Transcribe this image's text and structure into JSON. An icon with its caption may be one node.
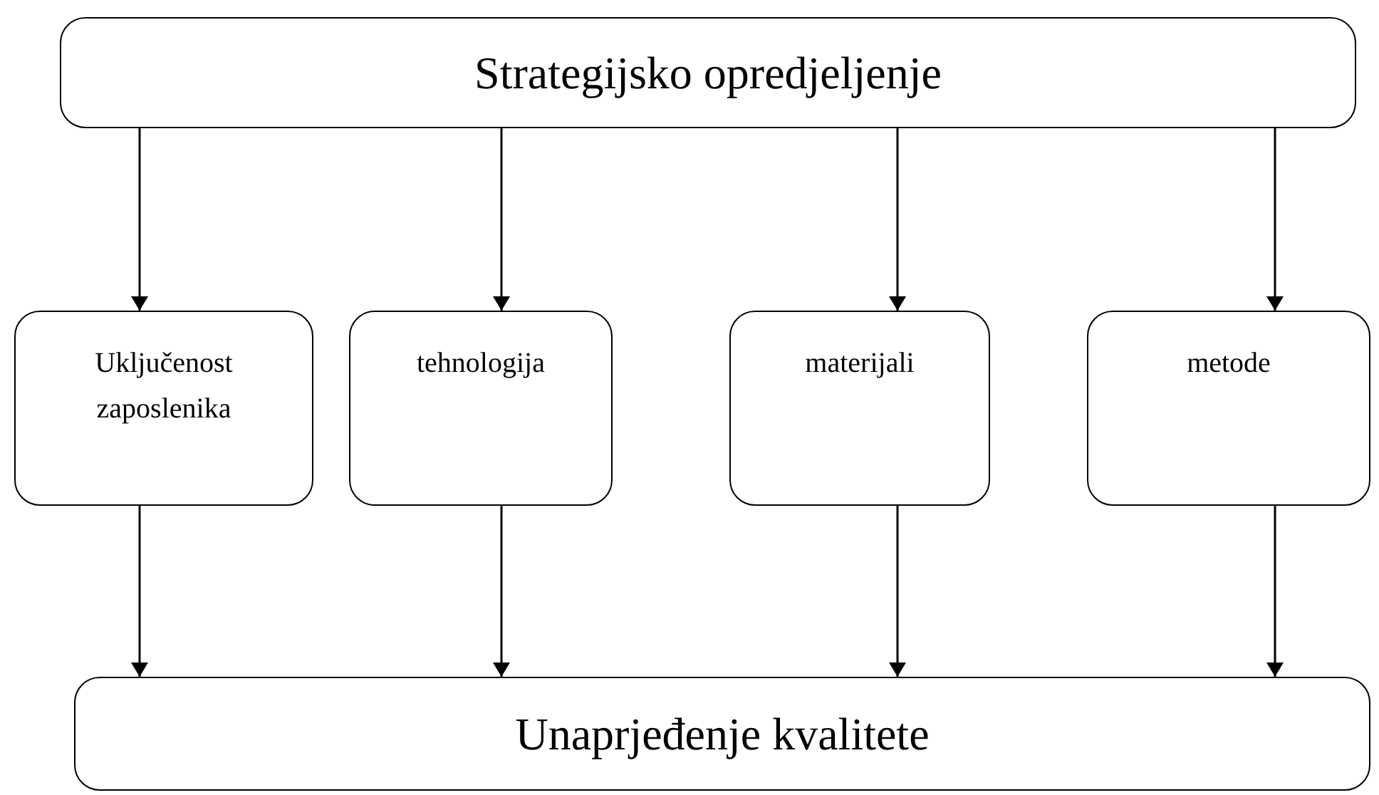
{
  "diagram": {
    "nodes": [
      {
        "text": [
          "Strategijsko opredjeljenje"
        ]
      },
      {
        "text": [
          "Uključenost zaposlenika"
        ]
      },
      {
        "text": [
          "tehnologija"
        ]
      },
      {
        "text": [
          "materijali"
        ]
      },
      {
        "text": [
          "metode"
        ]
      },
      {
        "text": [
          "Unaprjeđenje kvalitete"
        ]
      }
    ],
    "edges": [
      {
        "from": 0,
        "to": 1,
        "arrow": "to"
      },
      {
        "from": 0,
        "to": 2,
        "arrow": "to"
      },
      {
        "from": 0,
        "to": 3,
        "arrow": "to"
      },
      {
        "from": 0,
        "to": 4,
        "arrow": "to"
      },
      {
        "from": 1,
        "to": 5,
        "arrow": "to"
      },
      {
        "from": 2,
        "to": 5,
        "arrow": "to"
      },
      {
        "from": 3,
        "to": 5,
        "arrow": "to"
      },
      {
        "from": 4,
        "to": 5,
        "arrow": "to"
      }
    ]
  }
}
